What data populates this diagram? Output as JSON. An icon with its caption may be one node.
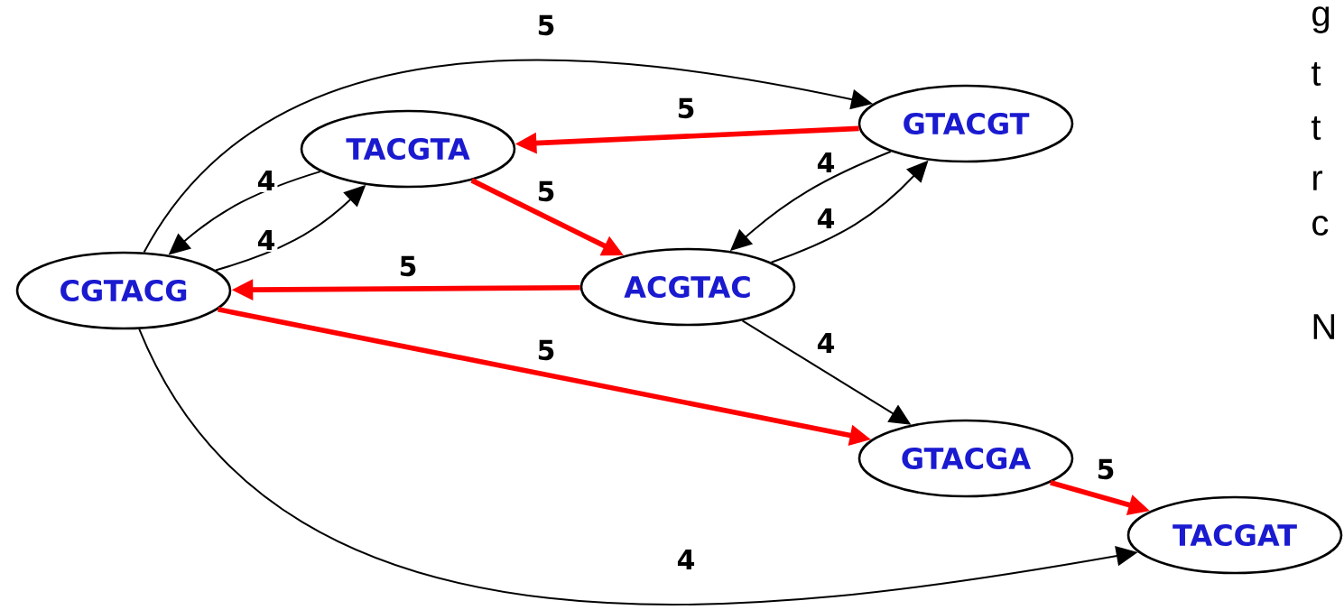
{
  "diagram": {
    "nodes": [
      {
        "text": [
          "CGTACG"
        ]
      },
      {
        "text": [
          "TACGTA"
        ]
      },
      {
        "text": [
          "GTACGT"
        ]
      },
      {
        "text": [
          "ACGTAC"
        ]
      },
      {
        "text": [
          "GTACGA"
        ]
      },
      {
        "text": [
          "TACGAT"
        ]
      }
    ],
    "edges": [
      {
        "from": 0,
        "to": 2,
        "arrow": "to",
        "label": "5",
        "color": "#000000"
      },
      {
        "from": 2,
        "to": 1,
        "arrow": "to",
        "label": "5",
        "style": "thick",
        "color": "#ff0000"
      },
      {
        "from": 1,
        "to": 0,
        "arrow": "to",
        "label": "4",
        "color": "#000000"
      },
      {
        "from": 0,
        "to": 1,
        "arrow": "to",
        "label": "4",
        "color": "#000000"
      },
      {
        "from": 1,
        "to": 3,
        "arrow": "to",
        "label": "5",
        "style": "thick",
        "color": "#ff0000"
      },
      {
        "from": 2,
        "to": 3,
        "arrow": "to",
        "label": "4",
        "color": "#000000"
      },
      {
        "from": 3,
        "to": 2,
        "arrow": "to",
        "label": "4",
        "color": "#000000"
      },
      {
        "from": 3,
        "to": 0,
        "arrow": "to",
        "label": "5",
        "style": "thick",
        "color": "#ff0000"
      },
      {
        "from": 0,
        "to": 4,
        "arrow": "to",
        "label": "5",
        "style": "thick",
        "color": "#ff0000"
      },
      {
        "from": 3,
        "to": 4,
        "arrow": "to",
        "label": "4",
        "color": "#000000"
      },
      {
        "from": 4,
        "to": 5,
        "arrow": "to",
        "label": "5",
        "style": "thick",
        "color": "#ff0000"
      },
      {
        "from": 0,
        "to": 5,
        "arrow": "to",
        "label": "4",
        "color": "#000000"
      }
    ],
    "labels": [
      "g",
      "t",
      "t",
      "r",
      "c",
      "N"
    ]
  }
}
